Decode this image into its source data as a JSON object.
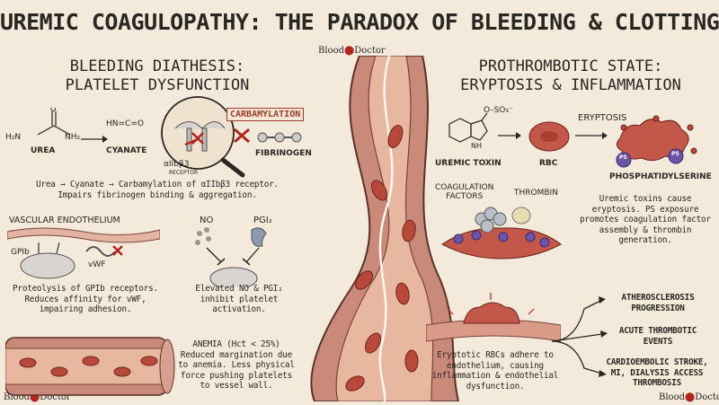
{
  "title": "UREMIC COAGULOPATHY: THE PARADOX OF BLEEDING & CLOTTING",
  "brand": {
    "left": "Blood",
    "right": "Doctor"
  },
  "left": {
    "heading_line1": "BLEEDING DIATHESIS:",
    "heading_line2": "PLATELET DYSFUNCTION",
    "urea_formula_h2n": "H₂N",
    "urea_formula_nh2": "NH₂",
    "urea_label": "UREA",
    "cyanate_formula": "HN=C=O",
    "cyanate_label": "CYANATE",
    "carbamylation": "CARBAMYLATION",
    "receptor_label": "αIIbβ3",
    "receptor_sub": "RECEPTOR",
    "fibrinogen_label": "FIBRINOGEN",
    "carb_text": "Urea → Cyanate → Carbamylation of αIIbβ3 receptor. Impairs fibrinogen binding & aggregation.",
    "vascular_label": "VASCULAR ENDOTHELIUM",
    "gpib_label": "GPIb",
    "vwf_label": "vWF",
    "vascular_text": "Proteolysis of GPIb receptors. Reduces affinity for vWF, impairing adhesion.",
    "no_label": "NO",
    "pgi2_label": "PGI₂",
    "no_text": "Elevated NO & PGI₂ inhibit platelet activation.",
    "anemia_text": "ANEMIA (Hct < 25%) Reduced margination due to anemia. Less physical force pushing platelets to vessel wall."
  },
  "right": {
    "heading_line1": "PROTHROMBOTIC STATE:",
    "heading_line2": "ERYPTOSIS & INFLAMMATION",
    "sulfate_label": "O–SO₃⁻",
    "nh_label": "NH",
    "toxin_label": "UREMIC TOXIN",
    "rbc_label": "RBC",
    "eryptosis_label": "ERYPTOSIS",
    "ps_badge": "PS",
    "ps_label": "PHOSPHATIDYLSERINE",
    "coag_label_line1": "COAGULATION",
    "coag_label_line2": "FACTORS",
    "thrombin_label": "THROMBIN",
    "toxin_text": "Uremic toxins cause eryptosis. PS exposure promotes coagulation factor assembly & thrombin generation.",
    "adhere_text": "Eryptotic RBCs adhere to endothelium, causing inflammation & endothelial dysfunction.",
    "outcome1": "ATHEROSCLEROSIS PROGRESSION",
    "outcome2": "ACUTE THROMBOTIC EVENTS",
    "outcome3": "CARDIOEMBOLIC STROKE, MI, DIALYSIS ACCESS THROMBOSIS"
  },
  "colors": {
    "background": "#f3eadb",
    "blood": "#b3261e",
    "vessel": "#c98a7a",
    "ink": "#2a2622",
    "ps_purple": "#6b55a8"
  }
}
